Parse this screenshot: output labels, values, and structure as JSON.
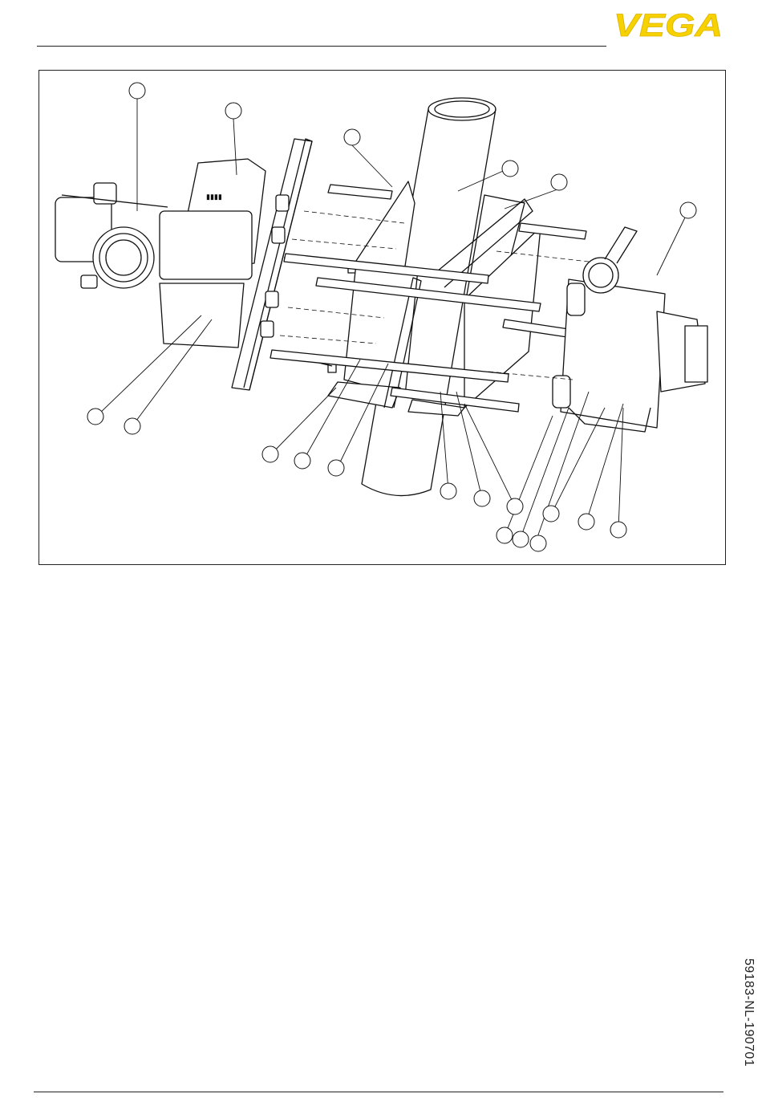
{
  "header": {
    "logo_text": "VEGA",
    "logo_color": "#f6d200",
    "logo_outline_color": "#e0b400"
  },
  "figure": {
    "callout_count": 22,
    "description_icon": "exploded-mounting-assembly-diagram"
  },
  "footer": {
    "document_code": "59183-NL-190701"
  }
}
